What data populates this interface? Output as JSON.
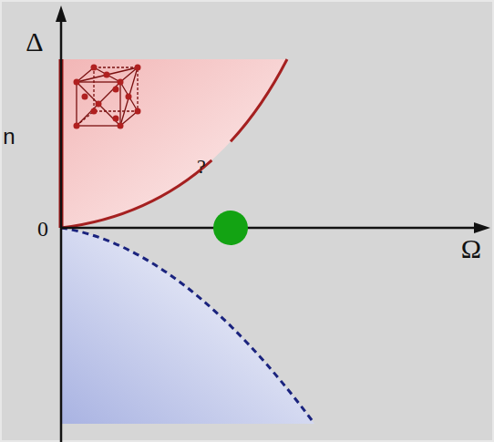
{
  "diagram": {
    "labels": [
      "Δ",
      "n",
      "?",
      "0",
      "Ω"
    ]
  }
}
